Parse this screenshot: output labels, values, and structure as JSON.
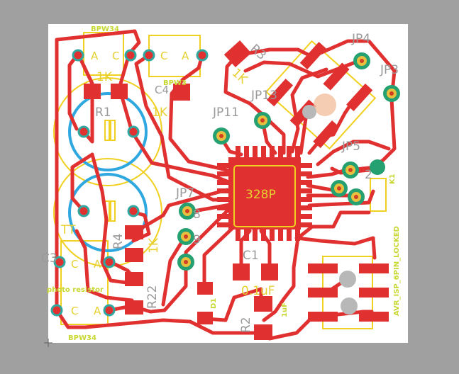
{
  "colors": {
    "background": "#a0a0a0",
    "board": "#ffffff",
    "trace": "#e03030",
    "silkscreen": "#f0d020",
    "capacitor_outline": "#2fa8e0",
    "pad_ring": "#25a070",
    "via_core": "#d07020",
    "label_gray": "#9a9a9a",
    "label_lime": "#c8d832"
  },
  "labels": {
    "bpw34_top": "BPW34",
    "bpw34_bottom": "BPW34",
    "bpw34_mid": "BPW3",
    "r1_value": "1K",
    "r1_name": "R1",
    "c4_name": "C4",
    "c4_value": "1K",
    "r3_name": "R3",
    "r3_value": "1K",
    "jp13": "JP13",
    "jp11": "JP11",
    "jp4": "JP4",
    "jp3": "JP3",
    "jp5": "JP5",
    "jp2": "2",
    "jp7": "JP7",
    "jp8": "8",
    "jp9": "9",
    "ic_name": "328P",
    "tt": "TT",
    "r4": "R4",
    "r4_value": "1K",
    "c3": "C3",
    "photo_resistor": "photo resistor",
    "r22": "R22",
    "r2": "R2",
    "c1_name": "C1",
    "c1_value": "0.1uF",
    "avr_label": "AVR_ISP_6PIN_LOCKED",
    "uf_label": "1uF",
    "k1": "K1",
    "d1": "D1"
  }
}
